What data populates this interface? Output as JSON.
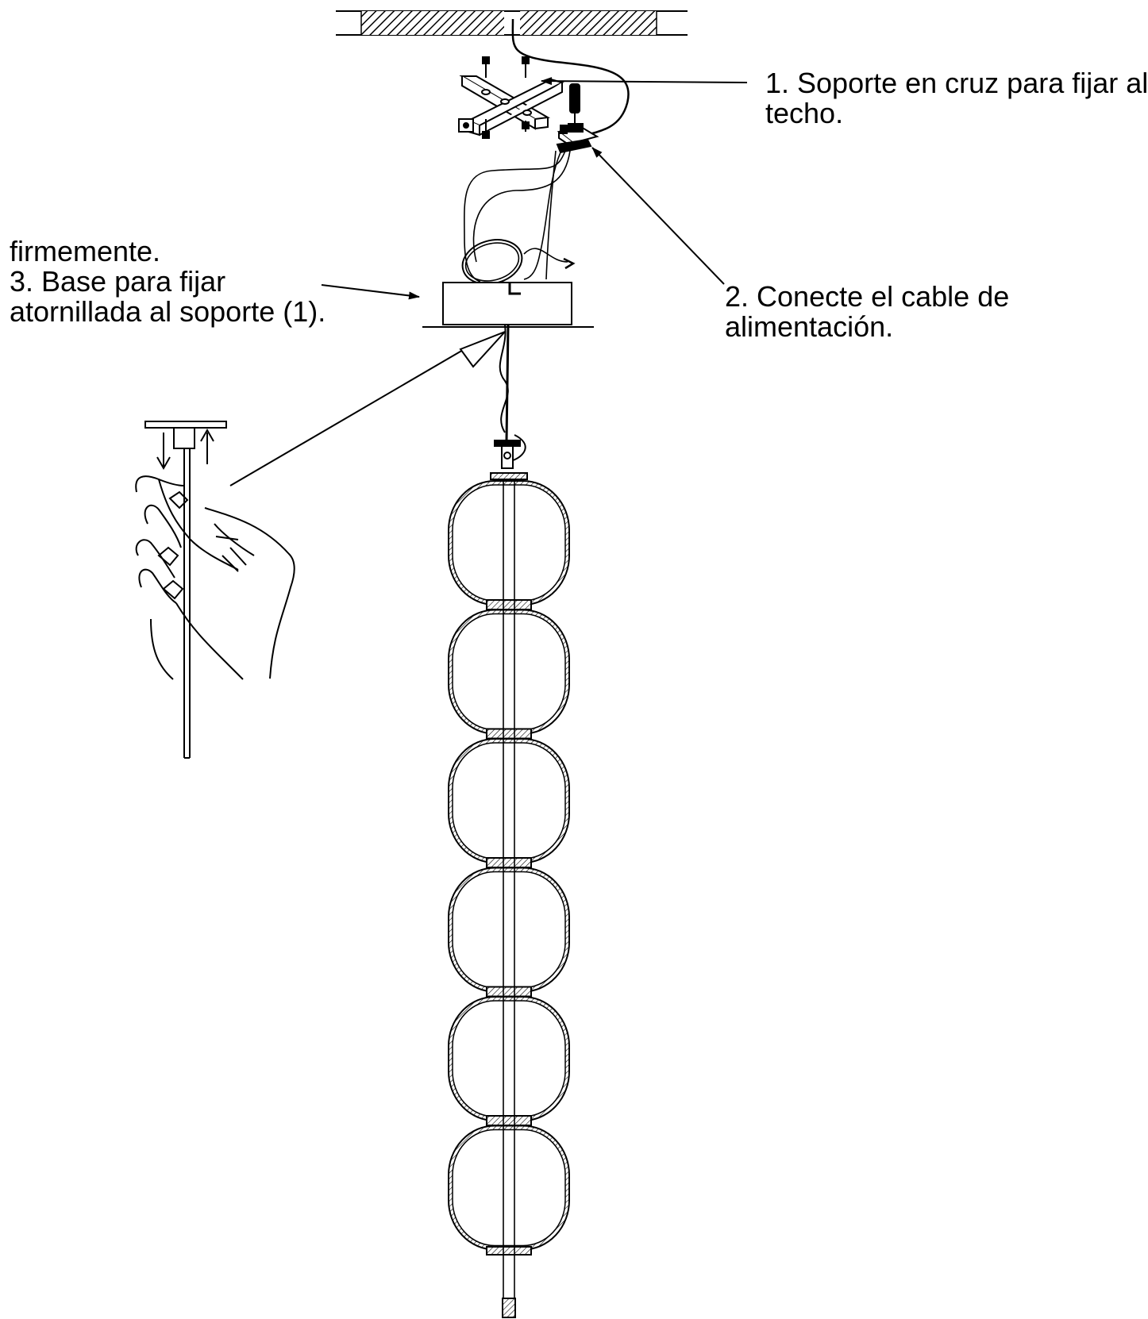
{
  "labels": {
    "step1": [
      "1. Soporte en cruz para fijar al",
      "techo."
    ],
    "step2": [
      "2. Conecte el cable de",
      "alimentación."
    ],
    "step3": [
      "firmemente.",
      "3. Base para fijar",
      "atornillada al soporte (1)."
    ]
  },
  "colors": {
    "stroke": "#000000",
    "background": "#ffffff"
  }
}
